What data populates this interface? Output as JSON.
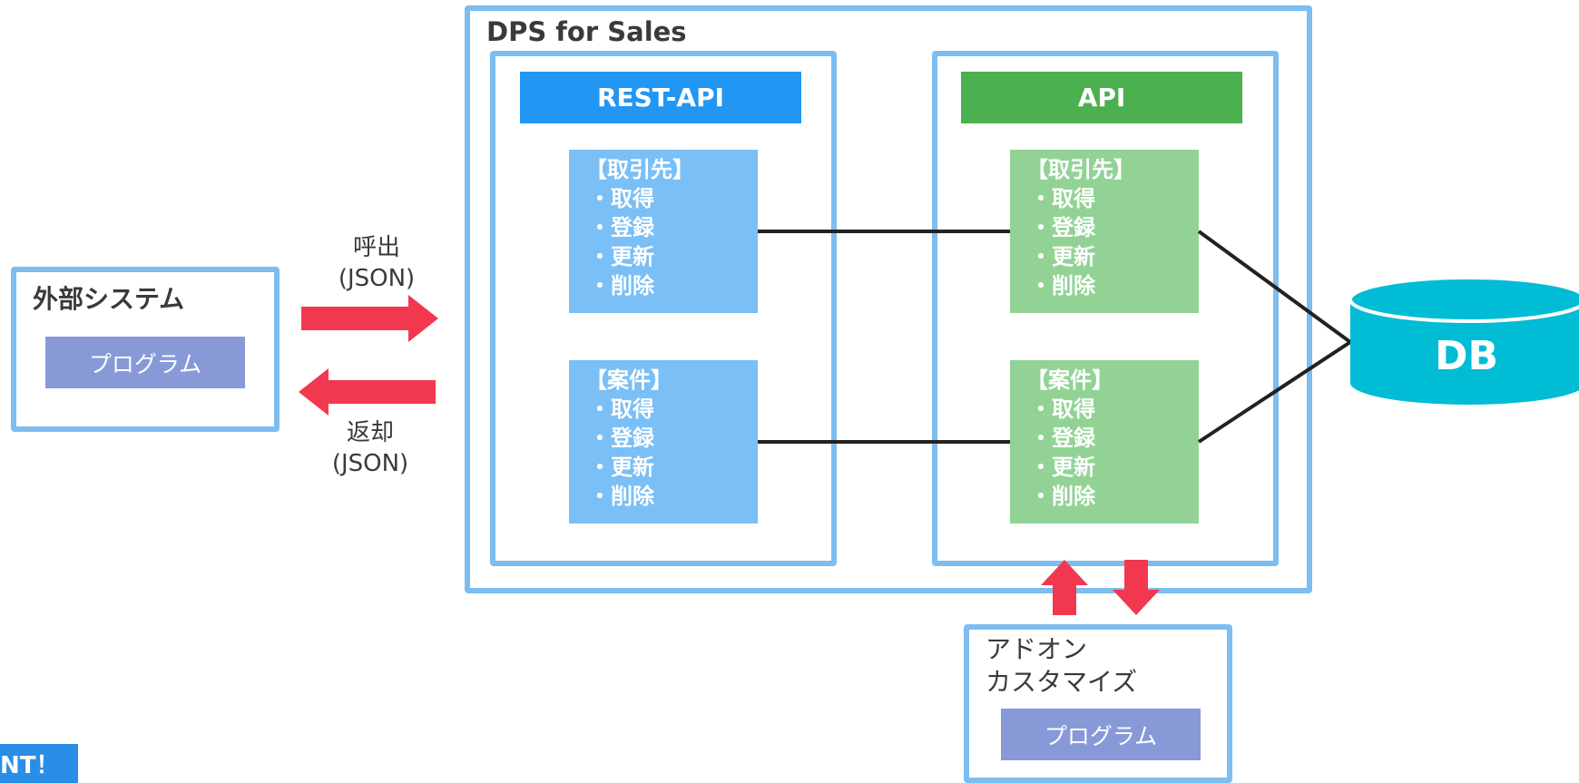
{
  "external": {
    "title": "外部システム",
    "program": "プログラム"
  },
  "call_label": [
    "呼出",
    "(JSON)"
  ],
  "return_label": [
    "返却",
    "(JSON)"
  ],
  "dps": {
    "title": "DPS for Sales"
  },
  "rest_api": {
    "header": "REST-API",
    "cards": [
      {
        "title": "【取引先】",
        "items": [
          "・取得",
          "・登録",
          "・更新",
          "・削除"
        ]
      },
      {
        "title": "【案件】",
        "items": [
          "・取得",
          "・登録",
          "・更新",
          "・削除"
        ]
      }
    ]
  },
  "api": {
    "header": "API",
    "cards": [
      {
        "title": "【取引先】",
        "items": [
          "・取得",
          "・登録",
          "・更新",
          "・削除"
        ]
      },
      {
        "title": "【案件】",
        "items": [
          "・取得",
          "・登録",
          "・更新",
          "・削除"
        ]
      }
    ]
  },
  "db": {
    "label": "DB"
  },
  "addon": {
    "title_lines": [
      "アドオン",
      "カスタマイズ"
    ],
    "program": "プログラム"
  },
  "badge": "NT！",
  "colors": {
    "box_border": "#7dbdf0",
    "rest_header": "#2196f3",
    "rest_card": "#7abff5",
    "api_header": "#4caf50",
    "api_card": "#92d395",
    "program": "#8899d8",
    "arrow": "#f2384f",
    "db": "#00bcd4"
  }
}
